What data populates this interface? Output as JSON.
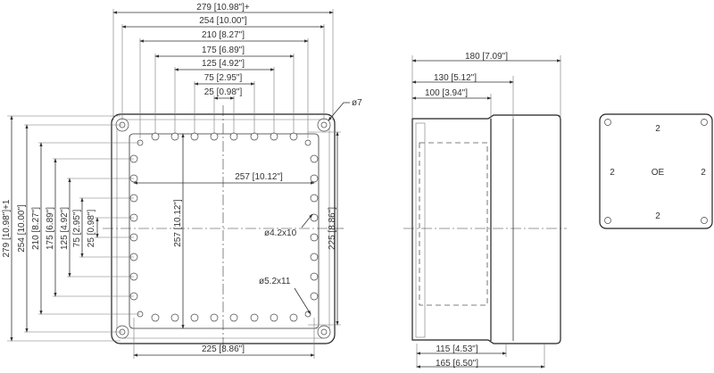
{
  "front_view": {
    "top_dims": [
      "279 [10.98\"]+",
      "254 [10.00\"]",
      "210 [8.27\"]",
      "175 [6.89\"]",
      "125 [4.92\"]",
      "75 [2.95\"]",
      "25 [0.98\"]"
    ],
    "left_dims": [
      "279 [10.98\"]+1",
      "254 [10.00\"]",
      "210 [8.27\"]",
      "175 [6.89\"]",
      "125 [4.92\"]",
      "75 [2.95\"]",
      "25 [0.98\"]"
    ],
    "inner_width": "257 [10.12\"]",
    "inner_height": "257 [10.12\"]",
    "right_dim": "225 [8.86\"]",
    "bottom_dim": "225 [8.86\"]",
    "corner_hole": "ø7",
    "hole_a": "ø4.2x10",
    "hole_b": "ø5.2x11"
  },
  "side_view": {
    "dims_top": [
      "180 [7.09\"]",
      "130 [5.12\"]",
      "100 [3.94\"]"
    ],
    "dims_bottom": [
      "115 [4.53\"]",
      "165 [6.50\"]"
    ]
  },
  "knockout_view": {
    "top": "2",
    "left": "2",
    "right": "2",
    "bottom": "2",
    "center": "OE"
  }
}
